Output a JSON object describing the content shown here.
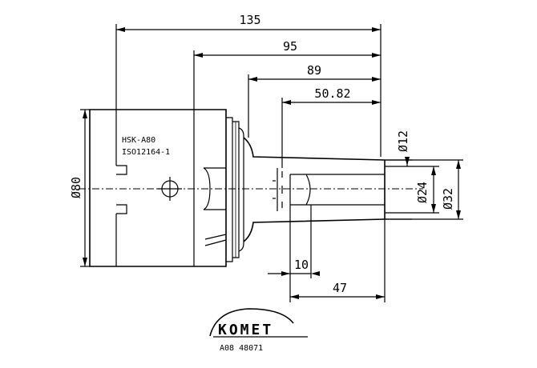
{
  "dimensions": {
    "overall_length": "135",
    "length_95": "95",
    "length_89": "89",
    "length_5082": "50.82",
    "dia_12": "Ø12",
    "dia_24": "Ø24",
    "dia_32": "Ø32",
    "dia_80": "Ø80",
    "length_10": "10",
    "length_47": "47"
  },
  "labels": {
    "shank_type": "HSK-A80",
    "standard": "ISO12164-1"
  },
  "logo": {
    "brand": "KOMET",
    "article_code": "A08 48071"
  }
}
